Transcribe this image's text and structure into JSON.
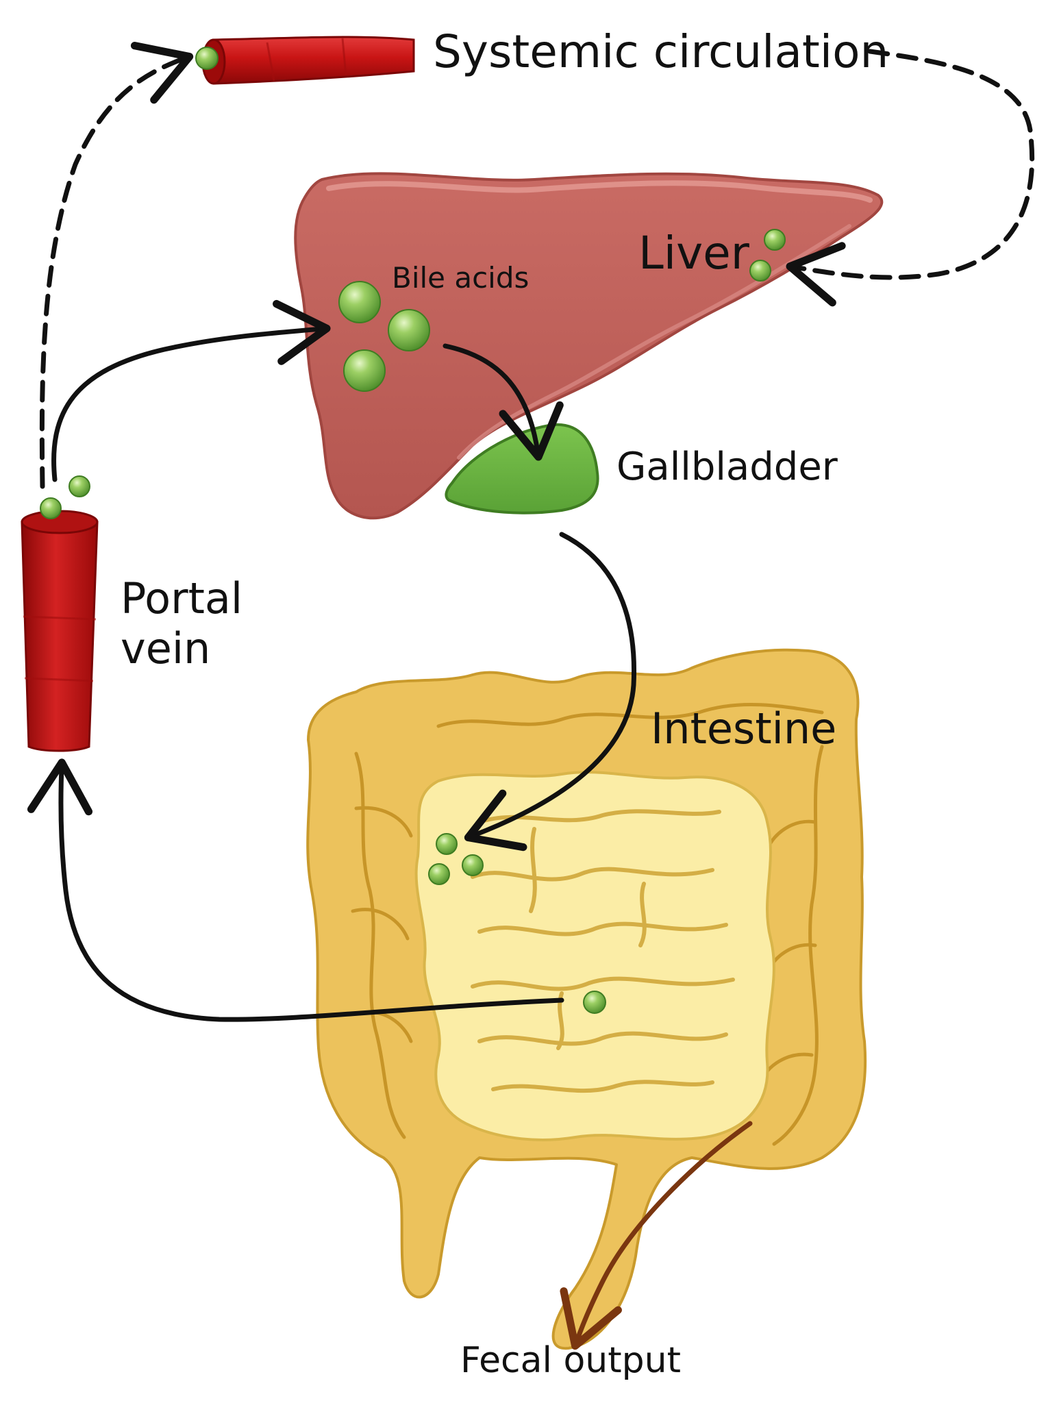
{
  "labels": {
    "systemic_circulation": "Systemic circulation",
    "liver": "Liver",
    "bile_acids": "Bile acids",
    "gallbladder": "Gallbladder",
    "portal_vein_line1": "Portal",
    "portal_vein_line2": "vein",
    "intestine": "Intestine",
    "fecal_output": "Fecal output"
  },
  "colors": {
    "vessel": "#c81414",
    "liver": "#c0625c",
    "gallbladder": "#6cb444",
    "bile_acid": "#8cc45a",
    "large_intestine": "#ecc25c",
    "small_intestine": "#fbeda6",
    "fecal_arrow": "#7a3610",
    "arrow": "#111111"
  },
  "icons": {
    "bile_acid": "green-sphere-icon",
    "vessel": "blood-vessel-icon"
  }
}
